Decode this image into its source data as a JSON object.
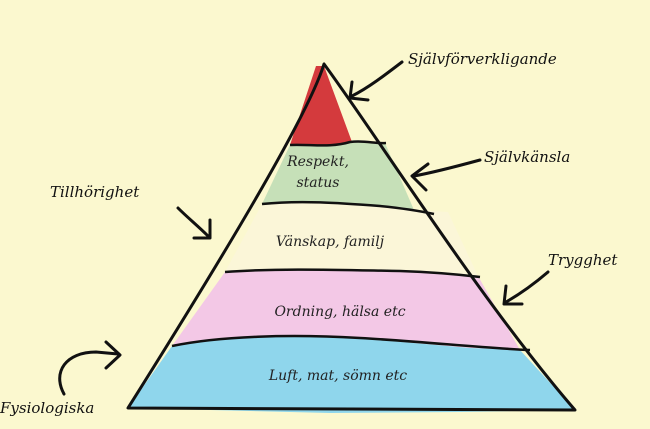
{
  "pyramid": {
    "levels": [
      {
        "id": "top",
        "text_lines": [],
        "color": "#d43a3d"
      },
      {
        "id": "level4",
        "text_lines": [
          "Respekt,",
          "status"
        ],
        "color": "#c6e0b8"
      },
      {
        "id": "level3",
        "text_lines": [
          "Vänskap, familj"
        ],
        "color": "#fbf6d8"
      },
      {
        "id": "level2",
        "text_lines": [
          "Ordning, hälsa  etc"
        ],
        "color": "#f3c8e6"
      },
      {
        "id": "level1",
        "text_lines": [
          "Luft,  mat,  sömn  etc"
        ],
        "color": "#8fd6ec"
      }
    ]
  },
  "labels": {
    "sjalvforverkligande": "Självförverkligande",
    "sjalvkansla": "Självkänsla",
    "tillhorighet": "Tillhörighet",
    "trygghet": "Trygghet",
    "fysiologiska": "Fysiologiska"
  },
  "colors": {
    "background": "#fbf8cf",
    "outline": "#111111"
  }
}
